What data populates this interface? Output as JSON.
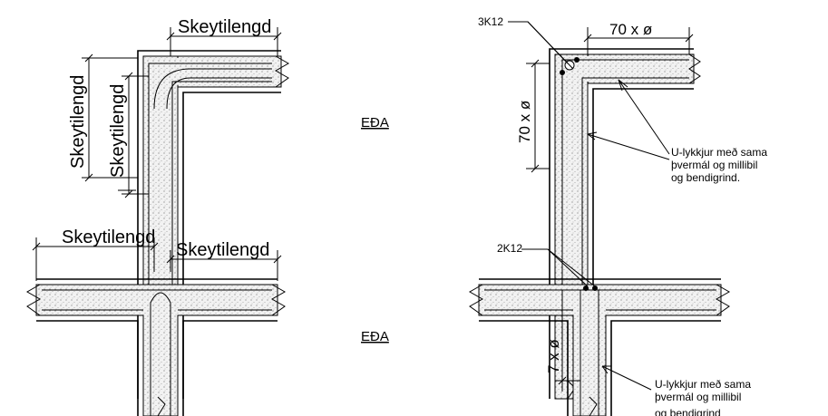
{
  "labels": {
    "lap_length": "Skeytilengd",
    "or": "EÐA",
    "bars_3k12": "3K12",
    "bars_2k12": "2K12",
    "dim_70": "70 x ø",
    "dim_7": "7 x ø",
    "note_line1": "U-lykkjur með sama",
    "note_line2": "þvermál og millibil",
    "note_line3": "og bendigrind.",
    "note_line3_cut": "og bendigrind"
  }
}
